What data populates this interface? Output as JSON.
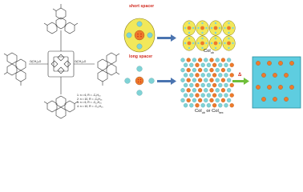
{
  "short_spacer_label": "short spacer",
  "long_spacer_label": "long spacer",
  "phase_top": "Col",
  "phase_top_sub": "ob",
  "phase_bottom": "Col",
  "phase_bottom_sub1": "ob",
  "phase_or": " or ",
  "phase_bottom_sub2": "hex",
  "heat_symbol": "Δ",
  "linker_label": "O(CH₂)ₙO",
  "compound_legend": [
    "1: n = 6,  R = -C₆H₁₃",
    "2: n = 10, R = -C₆H₁₃",
    "3: n = 6,  R = -C₁₂H₂₅",
    "4: n = 10, R = -C₁₂H₂₅"
  ],
  "colors": {
    "ellipse_fill": "#f2e85a",
    "core_fill": "#ee7a2b",
    "disc_fill": "#7fd3d6",
    "arrow_fill": "#4a74b0",
    "hex_box_fill": "#5ecde0",
    "hex_box_stroke": "#2a8ea1",
    "heat_color": "#d12a1f"
  }
}
